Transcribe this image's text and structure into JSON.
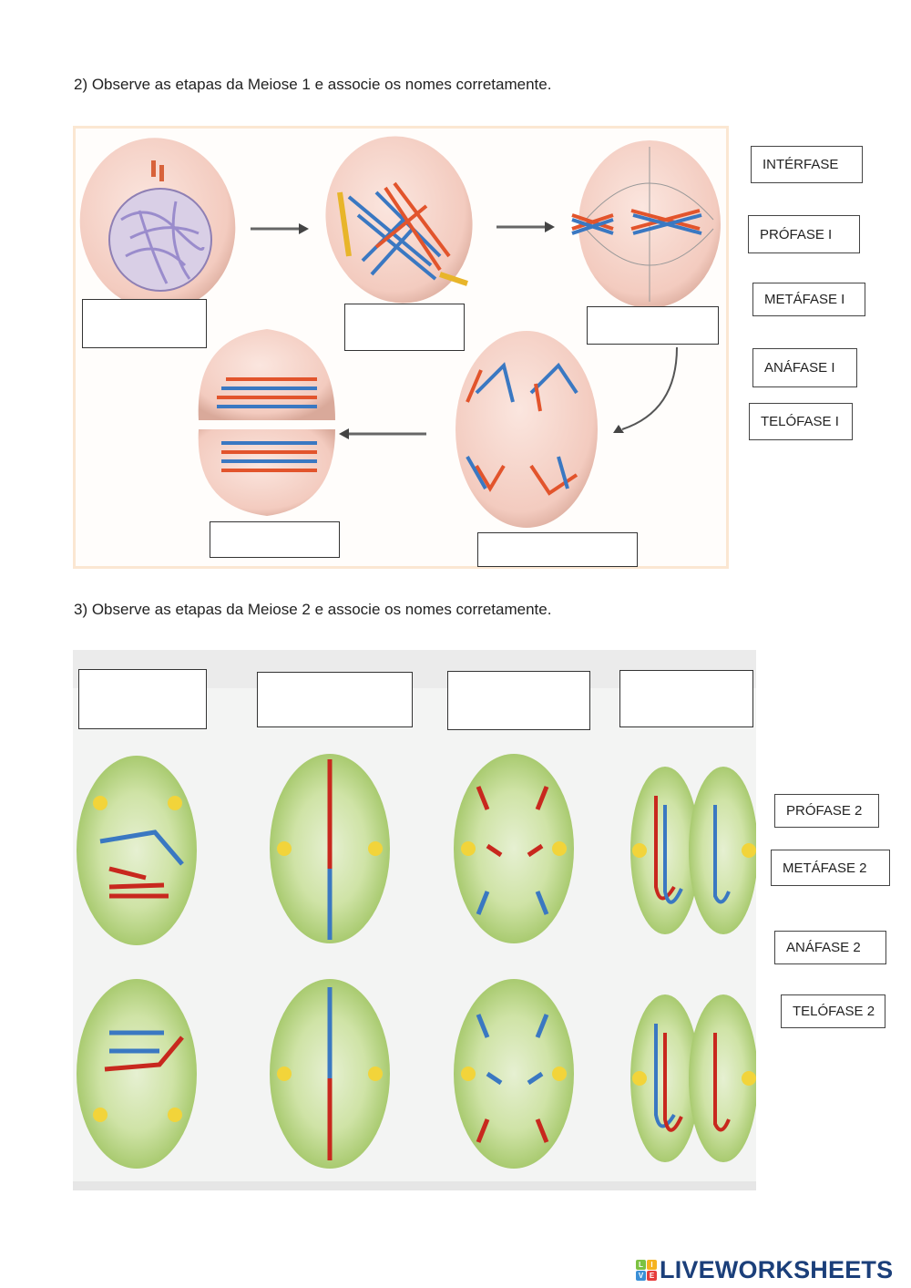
{
  "question2": {
    "text": "2) Observe as etapas da Meiose 1 e associe os nomes corretamente.",
    "labels": [
      "INTÉRFASE",
      "PRÓFASE I",
      "METÁFASE I",
      "ANÁFASE I",
      "TELÓFASE I"
    ]
  },
  "question3": {
    "text": "3)  Observe as etapas da Meiose 2 e associe os nomes corretamente.",
    "labels": [
      "PRÓFASE 2",
      "METÁFASE 2",
      "ANÁFASE 2",
      "TELÓFASE 2"
    ]
  },
  "footer": {
    "logo_blocks": [
      "L",
      "I",
      "V",
      "E"
    ],
    "logo_text": "LIVEWORKSHEETS"
  },
  "colors": {
    "cell_pink": "#f3c9bd",
    "cell_green": "#b6d47a",
    "chromosome_red": "#e2542c",
    "chromosome_blue": "#3a78c2",
    "logo_blue": "#1b3f7a"
  }
}
